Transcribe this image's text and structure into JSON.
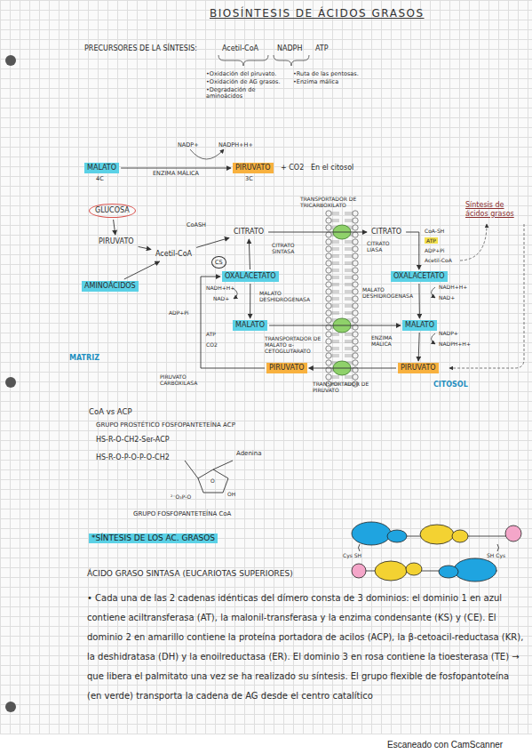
{
  "diagram": {
    "title": "BIOSÍNTESIS DE ÁCIDOS GRASOS",
    "nodes": [
      {
        "text": [
          "MALATO"
        ]
      },
      {
        "text": [
          "PIRUVATO"
        ]
      },
      {
        "text": [
          "GLUCOSA"
        ]
      },
      {
        "text": [
          "PIRUVATO"
        ]
      },
      {
        "text": [
          "AMINOÁCIDOS"
        ]
      },
      {
        "text": [
          "Acetil-CoA"
        ]
      },
      {
        "text": [
          "CITRATO"
        ]
      },
      {
        "text": [
          "CS"
        ]
      },
      {
        "text": [
          "OXALACETATO"
        ]
      },
      {
        "text": [
          "MALATO"
        ]
      },
      {
        "text": [
          "PIRUVATO"
        ]
      },
      {
        "text": [
          "CITRATO"
        ]
      },
      {
        "text": [
          "OXALACETATO"
        ]
      },
      {
        "text": [
          "MALATO"
        ]
      },
      {
        "text": [
          "PIRUVATO"
        ]
      }
    ],
    "edges": [
      {
        "from": 0,
        "to": 1,
        "arrow": "to",
        "label": "ENZIMA MÁLICA"
      },
      {
        "from": 2,
        "to": 3,
        "arrow": "to"
      },
      {
        "from": 3,
        "to": 5,
        "arrow": "to"
      },
      {
        "from": 4,
        "to": 5,
        "arrow": "to"
      },
      {
        "from": 5,
        "to": 6,
        "arrow": "to"
      },
      {
        "from": 8,
        "to": 6,
        "arrow": "to"
      },
      {
        "from": 8,
        "to": 9,
        "arrow": "to"
      },
      {
        "from": 10,
        "to": 8,
        "arrow": "to"
      },
      {
        "from": 6,
        "to": 11,
        "arrow": "to"
      },
      {
        "from": 11,
        "to": 12,
        "arrow": "to"
      },
      {
        "from": 12,
        "to": 13,
        "arrow": "to"
      },
      {
        "from": 13,
        "to": 14,
        "arrow": "to"
      },
      {
        "from": 9,
        "to": 13,
        "arrow": "to"
      },
      {
        "from": 14,
        "to": 10,
        "arrow": "to"
      }
    ],
    "labels": [
      "PRECURSORES DE LA SÍNTESIS:",
      "Acetil-CoA",
      "NADPH",
      "ATP",
      "•Oxidación del piruvato.",
      "•Oxidación de AG grasos.",
      "•Degradación de aminoácidos",
      "•Ruta de las pentosas.",
      "•Enzima málica",
      "NADP+",
      "NADPH+H+",
      "4C",
      "3C",
      "+ CO2",
      "En el citosol",
      "CoASH",
      "CITRATO SINTASA",
      "NADH+H+",
      "NAD+",
      "MALATO DESHIDROGENASA",
      "ADP+Pi",
      "ATP",
      "CO2",
      "PIRUVATO CARBOXILASA",
      "MATRIZ",
      "TRANSPORTADOR DE TRICARBOXILATO",
      "TRANSPORTADOR DE MALATO α-CETOGLUTARATO",
      "TRANSPORTADOR DE PIRUVATO",
      "CITRATO LIASA",
      "CoA-SH",
      "ATP",
      "ADP+Pi",
      "Acetil-CoA",
      "Síntesis de ácidos grasos",
      "NADH+H+",
      "NAD+",
      "MALATO DESHIDROGENASA",
      "ENZIMA MÁLICA",
      "NADP+",
      "NADPH+H+",
      "CITOSOL",
      "CoA vs ACP",
      "GRUPO PROSTÉTICO FOSFOPANTETEÍNA ACP",
      "HS-R-O-CH2-Ser-ACP",
      "HS-R-O-P-O-P-O-CH2",
      "Adenina",
      "O",
      "OH",
      "²⁻O₃P-O",
      "GRUPO FOSFOPANTETEÍNA CoA",
      "*SÍNTESIS DE LOS AC. GRASOS",
      "Cys SH",
      "SH Cys",
      "ÁCIDO GRASO SINTASA (EUCARIOTAS SUPERIORES)",
      "• Cada una de las 2 cadenas idénticas del dímero consta de 3 dominios: el dominio 1 en azul contiene aciltransferasa (AT), la malonil-transferasa y la enzima condensante (KS) y (CE). El dominio 2 en amarillo contiene la proteína portadora de acilos (ACP), la β-cetoacil-reductasa (KR), la deshidratasa (DH) y la enoilreductasa (ER). El dominio 3 en rosa contiene la tioesterasa (TE) → que libera el palmitato una vez se ha realizado su síntesis. El grupo flexible de fosfopantoteína (en verde) transporta la cadena de AG desde el centro catalítico",
      "Escaneado con CamScanner"
    ]
  }
}
